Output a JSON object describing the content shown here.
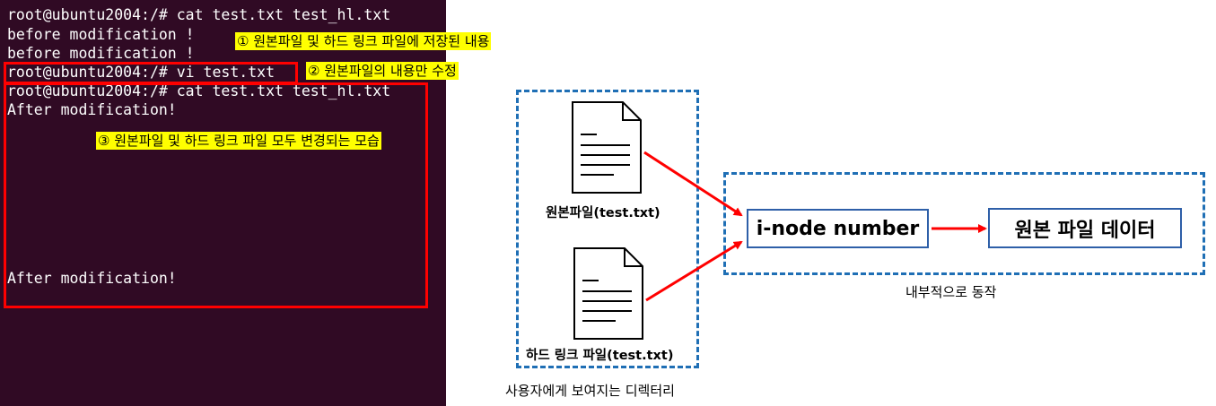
{
  "terminal": {
    "lines": [
      "root@ubuntu2004:/# cat test.txt test_hl.txt",
      "before modification !",
      "before modification !",
      "root@ubuntu2004:/# vi test.txt",
      "root@ubuntu2004:/# cat test.txt test_hl.txt",
      "After modification!",
      "After modification!"
    ]
  },
  "annotations": {
    "a1": "① 원본파일 및 하드 링크 파일에 저장된 내용",
    "a2": "② 원본파일의 내용만 수정",
    "a3": "③ 원본파일 및 하드 링크 파일 모두 변경되는 모습"
  },
  "diagram": {
    "original_file_label": "원본파일(test.txt)",
    "hardlink_file_label": "하드 링크 파일(test.txt)",
    "user_view_caption": "사용자에게 보여지는 디렉터리",
    "inode_label": "i-node number",
    "data_label": "원본 파일 데이터",
    "internal_caption": "내부적으로 동작"
  },
  "colors": {
    "terminal_bg": "#300a24",
    "highlight": "#ffff00",
    "red": "#ff0000",
    "dash_blue": "#1f6fb5",
    "node_border": "#2e5fa8"
  }
}
